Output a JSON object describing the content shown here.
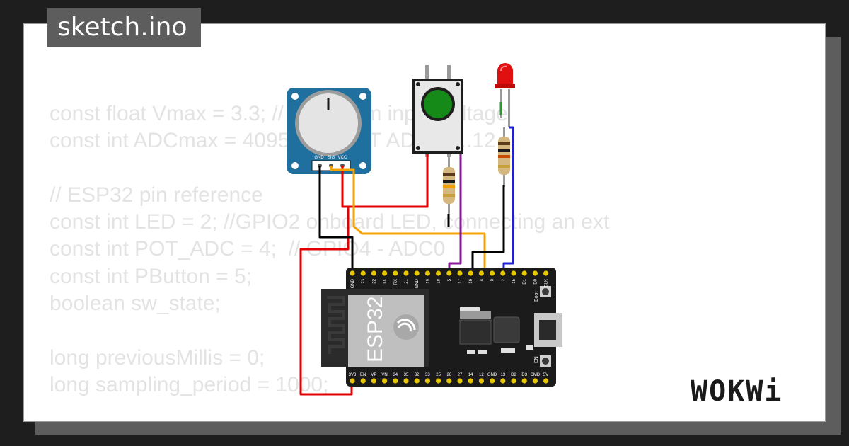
{
  "title": "sketch.ino",
  "code_lines": [
    "const float Vmax = 3.3; // maximum input voltage",
    "const int ADCmax = 4095; // 12 BIT ADC 10..12",
    "",
    "// ESP32 pin reference",
    "const int LED = 2; //GPIO2 onboard LED, connecting an ext",
    "const int POT_ADC = 4;  // GPIO4 - ADC0",
    "const int PButton = 5;",
    "boolean sw_state;",
    "",
    "long previousMillis = 0;",
    "long sampling_period = 1000;"
  ],
  "pot": {
    "labels": [
      "GND",
      "SIG",
      "VCC"
    ]
  },
  "esp32": {
    "name": "ESP32",
    "top_pins": [
      "GND",
      "23",
      "22",
      "TX",
      "RX",
      "21",
      "GND",
      "19",
      "18",
      "5",
      "17",
      "16",
      "4",
      "0",
      "2",
      "15",
      "D1",
      "D0",
      "CLK"
    ],
    "bottom_pins": [
      "3V3",
      "EN",
      "VP",
      "VN",
      "34",
      "35",
      "32",
      "33",
      "25",
      "26",
      "27",
      "14",
      "12",
      "GND",
      "13",
      "D2",
      "D3",
      "CMD",
      "5V"
    ],
    "boot_label": "Boot",
    "en_label": "EN"
  },
  "brand": "WOKWi",
  "colors": {
    "wire_red": "#e20000",
    "wire_black": "#000000",
    "wire_orange": "#f5a300",
    "wire_purple": "#8a1a9a",
    "wire_blue": "#1f1fd8",
    "pot_board": "#1f6f9f",
    "button_cap": "#168a18",
    "led_red": "#e01010"
  }
}
